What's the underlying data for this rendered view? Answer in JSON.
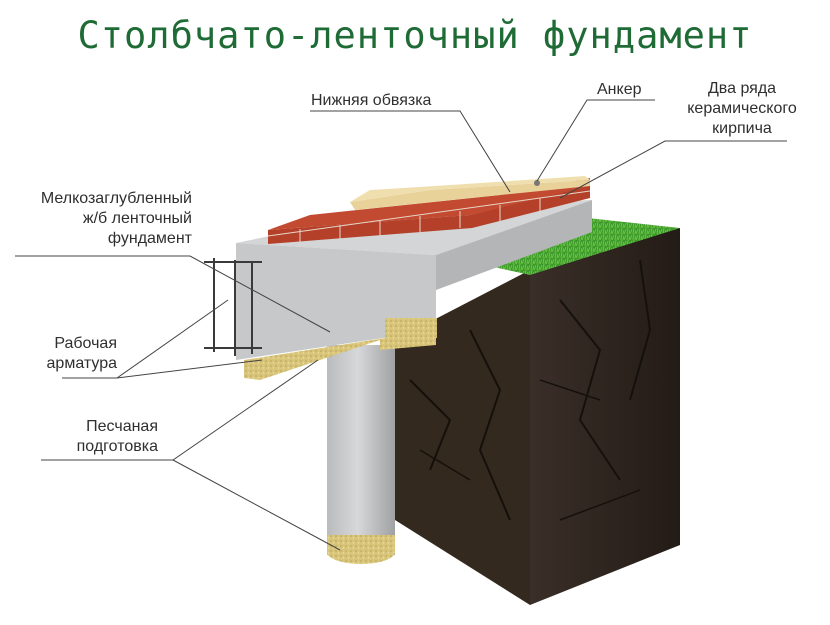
{
  "title": "Столбчато-ленточный фундамент",
  "labels": {
    "bottom_binding": "Нижняя обвязка",
    "anchor": "Анкер",
    "brick_rows": [
      "Два ряда",
      "керамического",
      "кирпича"
    ],
    "strip_foundation": [
      "Мелкозаглубленный",
      "ж/б ленточный",
      "фундамент"
    ],
    "rebar": [
      "Рабочая",
      "арматура"
    ],
    "sand_bed": [
      "Песчаная",
      "подготовка"
    ]
  },
  "colors": {
    "title": "#1f6b35",
    "concrete": "#c4c6c8",
    "brick": "#b5402a",
    "sand": "#d9c77a",
    "soil": "#2e2520",
    "grass": "#3f9a2b",
    "wood": "#e8d29a"
  }
}
